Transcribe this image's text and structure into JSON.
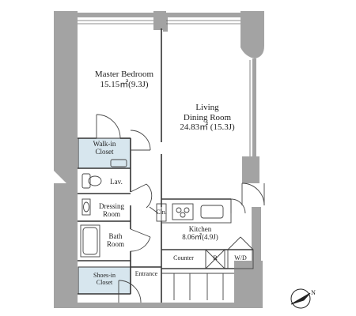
{
  "colors": {
    "wall": "#a3a3a3",
    "line": "#333333",
    "closet_fill": "#d7e6ee",
    "background": "#ffffff"
  },
  "rooms": {
    "master_bedroom": {
      "name": "Master Bedroom",
      "area": "15.15㎡(9.3J)"
    },
    "living": {
      "name_line1": "Living",
      "name_line2": "Dining Room",
      "area": "24.83㎡ (15.3J)"
    },
    "walk_in_closet": {
      "line1": "Walk-in",
      "line2": "Closet"
    },
    "lav": "Lav.",
    "dressing": {
      "line1": "Dressing",
      "line2": "Room"
    },
    "bath": {
      "line1": "Bath",
      "line2": "Room"
    },
    "kitchen": {
      "name": "Kitchen",
      "area": "8.06㎡(4.9J)"
    },
    "shoes_in_closet": {
      "line1": "Shoes-in",
      "line2": "Closet"
    },
    "entrance": "Entrance"
  },
  "fixtures": {
    "cln": "Cln.",
    "counter": "Counter",
    "refrigerator": "R",
    "washer_dryer": "W/D"
  },
  "compass": {
    "north": "N"
  }
}
